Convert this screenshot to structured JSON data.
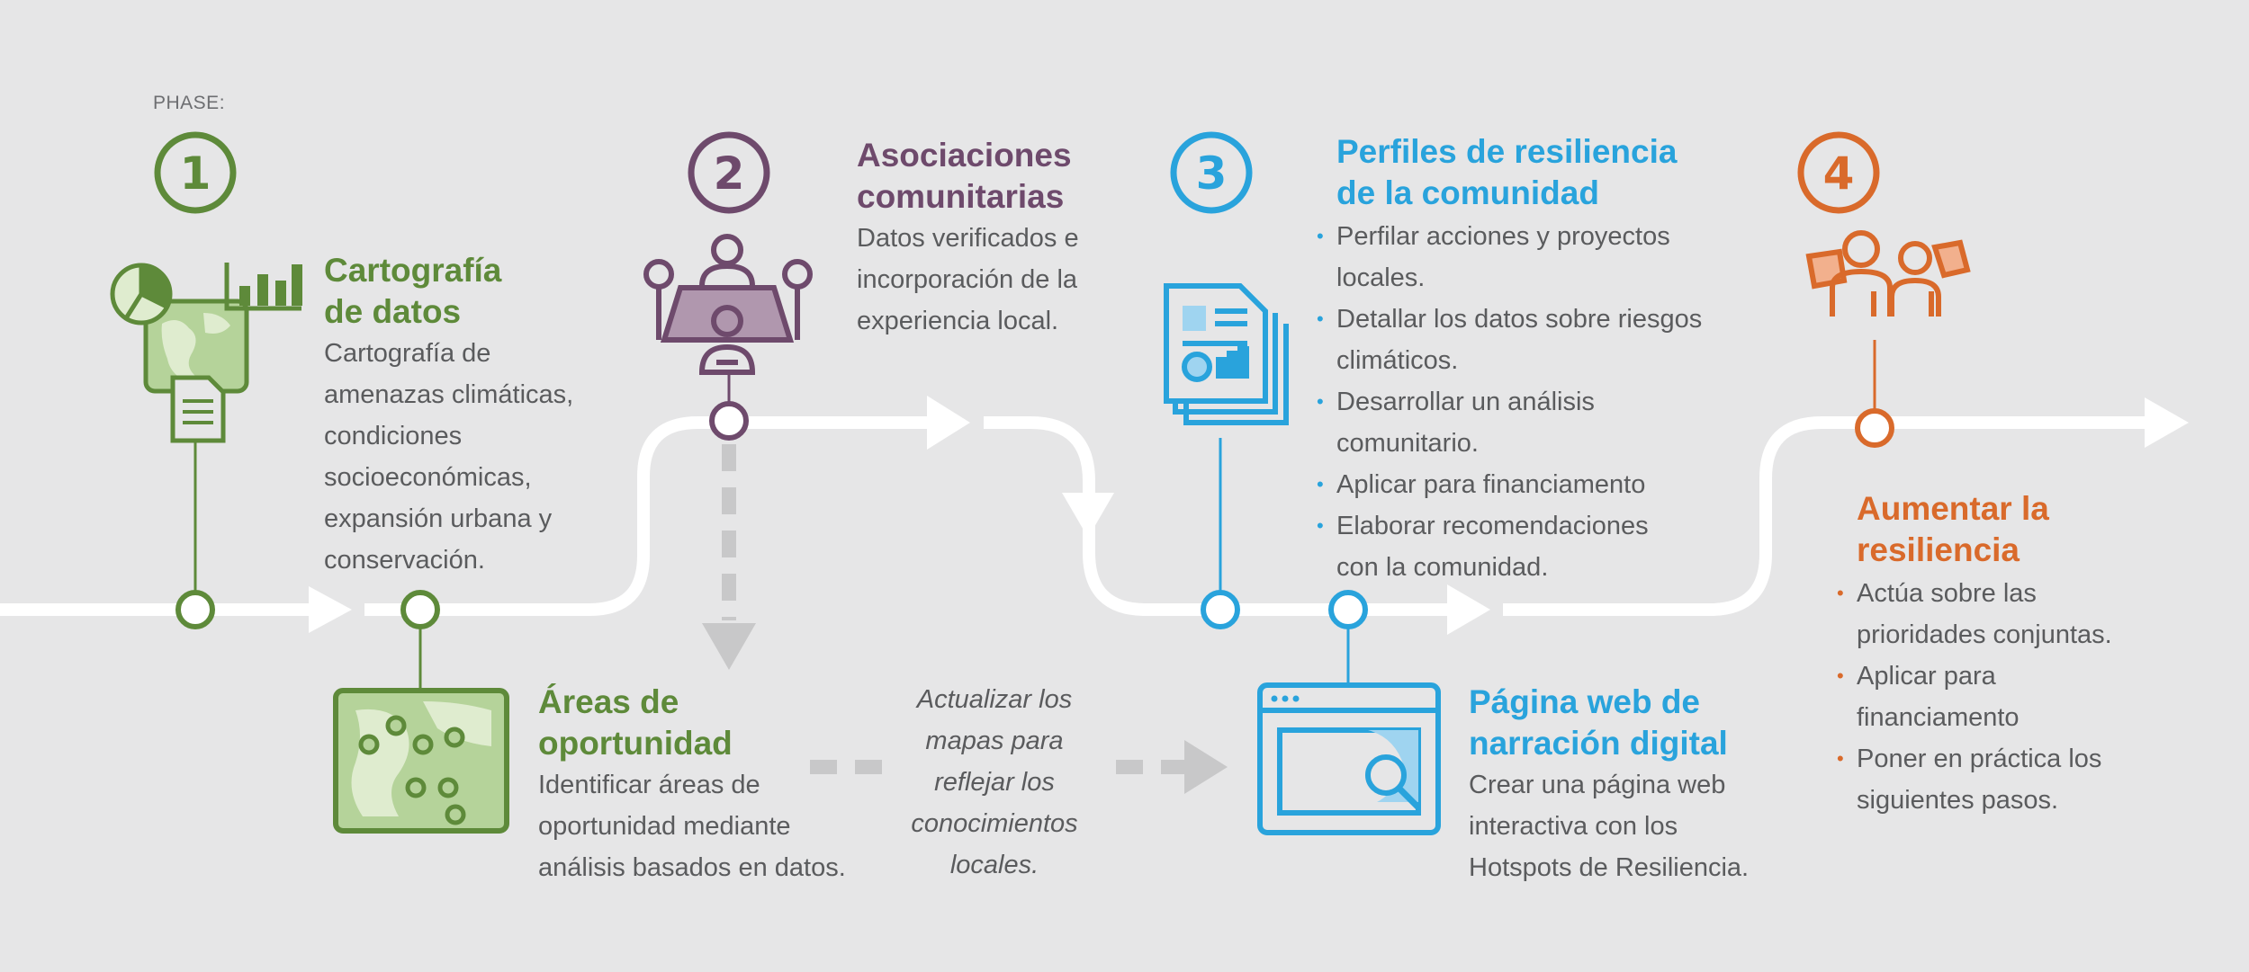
{
  "phase_label": "PHASE:",
  "phases": [
    {
      "number": "1",
      "color": "#5e8a3a"
    },
    {
      "number": "2",
      "color": "#6e4a6c"
    },
    {
      "number": "3",
      "color": "#29a3dc"
    },
    {
      "number": "4",
      "color": "#d96a2b"
    }
  ],
  "steps": {
    "mapping": {
      "title_line1": "Cartografía",
      "title_line2": "de datos",
      "lines": [
        "Cartografía de",
        "amenazas climáticas,",
        "condiciones",
        "socioeconómicas,",
        "expansión urbana y",
        "conservación."
      ]
    },
    "opportunity": {
      "title_line1": "Áreas de",
      "title_line2": "oportunidad",
      "lines": [
        "Identificar áreas de",
        "oportunidad mediante",
        "análisis basados en datos."
      ]
    },
    "partnerships": {
      "title_line1": "Asociaciones",
      "title_line2": "comunitarias",
      "lines": [
        "Datos verificados e",
        "incorporación de la",
        "experiencia local."
      ]
    },
    "update_maps": {
      "lines": [
        "Actualizar los",
        "mapas para",
        "reflejar los",
        "conocimientos",
        "locales."
      ]
    },
    "profiles": {
      "title_line1": "Perfiles de resiliencia",
      "title_line2": "de la comunidad",
      "bullets": [
        {
          "l1": "Perfilar acciones y proyectos",
          "l2": "locales."
        },
        {
          "l1": "Detallar los datos sobre riesgos",
          "l2": "climáticos."
        },
        {
          "l1": "Desarrollar un análisis",
          "l2": "comunitario."
        },
        {
          "l1": "Aplicar para financiamento",
          "l2": ""
        },
        {
          "l1": "Elaborar recomendaciones",
          "l2": "con la comunidad."
        }
      ]
    },
    "storytelling": {
      "title_line1": "Página web de",
      "title_line2": "narración digital",
      "lines": [
        "Crear una página web",
        "interactiva con los",
        "Hotspots de Resiliencia."
      ]
    },
    "resilience": {
      "title_line1": "Aumentar la",
      "title_line2": "resiliencia",
      "bullets": [
        {
          "l1": "Actúa sobre las",
          "l2": "prioridades conjuntas."
        },
        {
          "l1": "Aplicar para",
          "l2": "financiamento"
        },
        {
          "l1": "Poner en práctica los",
          "l2": "siguientes pasos."
        }
      ]
    }
  },
  "icons": [
    "charts-map-document-icon",
    "meeting-table-icon",
    "report-documents-icon",
    "team-puzzle-icon",
    "map-pins-icon",
    "web-page-search-icon"
  ],
  "colors": {
    "green": "#5e8a3a",
    "purple": "#6e4a6c",
    "blue": "#29a3dc",
    "orange": "#d96a2b",
    "path": "#ffffff",
    "arrow_gray": "#c8c8c9",
    "background": "#e6e6e7"
  }
}
